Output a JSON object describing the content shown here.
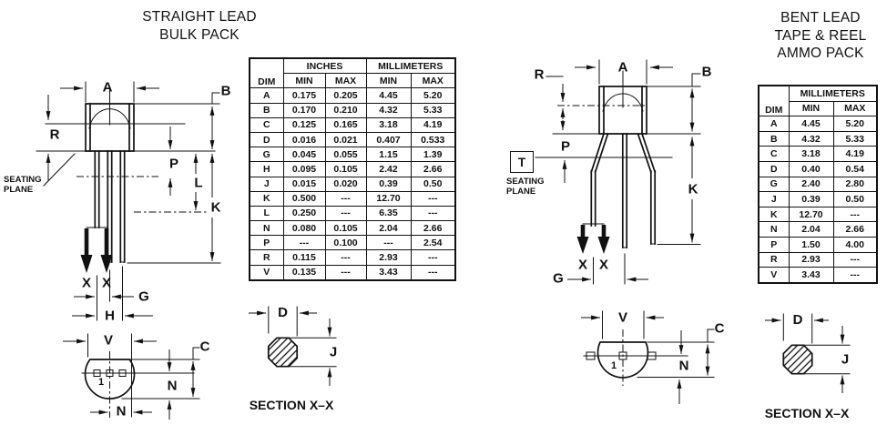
{
  "titles": {
    "left": [
      "STRAIGHT LEAD",
      "BULK PACK"
    ],
    "right": [
      "BENT LEAD",
      "TAPE & REEL",
      "AMMO PACK"
    ]
  },
  "letters": {
    "A": "A",
    "B": "B",
    "C": "C",
    "D": "D",
    "G": "G",
    "H": "H",
    "J": "J",
    "K": "K",
    "L": "L",
    "N": "N",
    "P": "P",
    "R": "R",
    "V": "V",
    "X": "X",
    "T": "T",
    "pin1": "1"
  },
  "annotations": {
    "seating": "SEATING",
    "plane": "PLANE",
    "section": "SECTION X–X"
  },
  "left_table": {
    "corner": "DIM",
    "groups": [
      {
        "label": "INCHES",
        "span": 2
      },
      {
        "label": "MILLIMETERS",
        "span": 2
      }
    ],
    "subcols": [
      "MIN",
      "MAX",
      "MIN",
      "MAX"
    ],
    "rows": [
      [
        "A",
        "0.175",
        "0.205",
        "4.45",
        "5.20"
      ],
      [
        "B",
        "0.170",
        "0.210",
        "4.32",
        "5.33"
      ],
      [
        "C",
        "0.125",
        "0.165",
        "3.18",
        "4.19"
      ],
      [
        "D",
        "0.016",
        "0.021",
        "0.407",
        "0.533"
      ],
      [
        "G",
        "0.045",
        "0.055",
        "1.15",
        "1.39"
      ],
      [
        "H",
        "0.095",
        "0.105",
        "2.42",
        "2.66"
      ],
      [
        "J",
        "0.015",
        "0.020",
        "0.39",
        "0.50"
      ],
      [
        "K",
        "0.500",
        "---",
        "12.70",
        "---"
      ],
      [
        "L",
        "0.250",
        "---",
        "6.35",
        "---"
      ],
      [
        "N",
        "0.080",
        "0.105",
        "2.04",
        "2.66"
      ],
      [
        "P",
        "---",
        "0.100",
        "---",
        "2.54"
      ],
      [
        "R",
        "0.115",
        "---",
        "2.93",
        "---"
      ],
      [
        "V",
        "0.135",
        "---",
        "3.43",
        "---"
      ]
    ]
  },
  "right_table": {
    "corner": "DIM",
    "groups": [
      {
        "label": "MILLIMETERS",
        "span": 2
      }
    ],
    "subcols": [
      "MIN",
      "MAX"
    ],
    "rows": [
      [
        "A",
        "4.45",
        "5.20"
      ],
      [
        "B",
        "4.32",
        "5.33"
      ],
      [
        "C",
        "3.18",
        "4.19"
      ],
      [
        "D",
        "0.40",
        "0.54"
      ],
      [
        "G",
        "2.40",
        "2.80"
      ],
      [
        "J",
        "0.39",
        "0.50"
      ],
      [
        "K",
        "12.70",
        "---"
      ],
      [
        "N",
        "2.04",
        "2.66"
      ],
      [
        "P",
        "1.50",
        "4.00"
      ],
      [
        "R",
        "2.93",
        "---"
      ],
      [
        "V",
        "3.43",
        "---"
      ]
    ]
  }
}
